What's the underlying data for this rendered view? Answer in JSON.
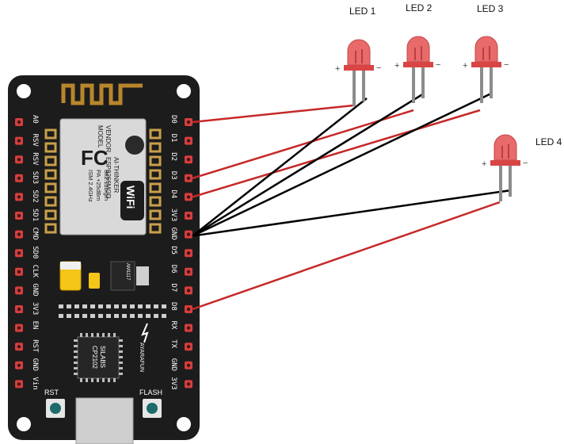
{
  "colors": {
    "board": "#1c1c1c",
    "pcb_gold": "#b8862b",
    "pin_pad": "#c9a04a",
    "pin_red": "#d93d3d",
    "led_body": "#e86a6a",
    "led_base": "#d94545",
    "wire_red": "#c62828",
    "wire_black": "#000000",
    "button": "#1e6b6b"
  },
  "leds": [
    {
      "label": "LED 1"
    },
    {
      "label": "LED 2"
    },
    {
      "label": "LED 3"
    },
    {
      "label": "LED 4"
    }
  ],
  "led_polarity": {
    "plus": "+",
    "minus": "−"
  },
  "board": {
    "left_pins": [
      "A0",
      "RSV",
      "RSV",
      "SD3",
      "SD2",
      "SD1",
      "CMD",
      "SD0",
      "CLK",
      "GND",
      "3V3",
      "EN",
      "RST",
      "GND",
      "Vin"
    ],
    "right_pins": [
      "D0",
      "D1",
      "D2",
      "D3",
      "D4",
      "3V3",
      "GND",
      "D5",
      "D6",
      "D7",
      "D8",
      "RX",
      "TX",
      "GND",
      "3V3"
    ],
    "module_text": [
      "MODEL",
      "VENDOR",
      "ISM 2.4GHz",
      "PA +25dBm",
      "802.11b/g/n"
    ],
    "module_values": [
      "ESP8266MOD",
      "AI-THINKER"
    ],
    "fc_mark": "FC",
    "wifi_mark": "WiFi",
    "regulator_label": "AM1117",
    "usb_chip_text": [
      "SILABS",
      "CP2102"
    ],
    "brand": "AYARAFUN",
    "rst_label": "RST",
    "flash_label": "FLASH"
  }
}
